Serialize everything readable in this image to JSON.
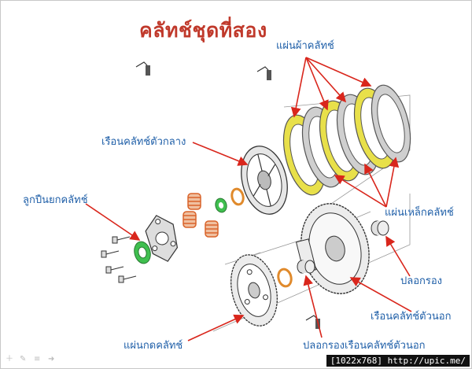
{
  "title": "คลัทช์ชุดที่สอง",
  "labels": {
    "friction_plates": "แผ่นผ้าคลัทช์",
    "center_hub": "เรือนคลัทช์ตัวกลาง",
    "release_bearing": "ลูกปืนยกคลัทช์",
    "steel_plates": "แผ่นเหล็กคลัทช์",
    "bushing": "ปลอกรอง",
    "outer_housing": "เรือนคลัทช์ตัวนอก",
    "pressure_plate": "แผ่นกดคลัทช์",
    "outer_housing_bushing": "ปลอกรองเรือนคลัทช์ตัวนอก"
  },
  "watermark": "[1022x768] http://upic.me/",
  "colors": {
    "title": "#c0392b",
    "label": "#1f5fa8",
    "arrow": "#d9261c",
    "friction": "#e8e04a",
    "spring": "#d9632a",
    "bearing": "#3fbf4f",
    "washer": "#e08a2c"
  }
}
